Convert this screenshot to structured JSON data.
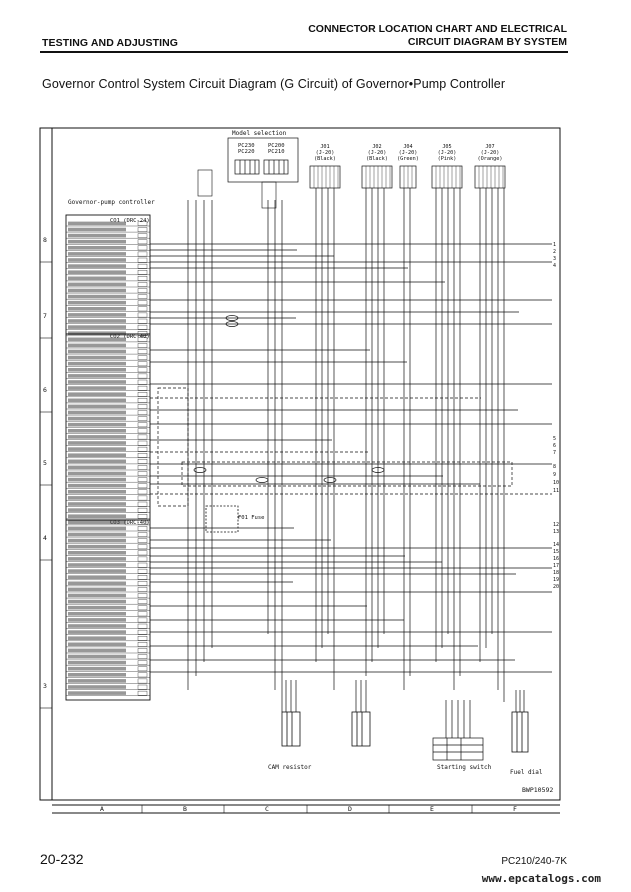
{
  "header": {
    "section_left": "TESTING AND ADJUSTING",
    "section_right_line1": "CONNECTOR LOCATION CHART AND ELECTRICAL",
    "section_right_line2": "CIRCUIT DIAGRAM BY SYSTEM"
  },
  "diagram": {
    "title": "Governor Control System Circuit Diagram (G Circuit) of Governor•Pump Controller",
    "controller_label": "Governor-pump controller",
    "model_selection": "Model selection",
    "model_pc200": "PC200",
    "model_pc210": "PC210",
    "model_pc220": "PC220",
    "model_pc230": "PC230",
    "connectors": [
      {
        "id": "J01",
        "type": "(J-20)",
        "color": "(Black)"
      },
      {
        "id": "J02",
        "type": "(J-20)",
        "color": "(Black)"
      },
      {
        "id": "J04",
        "type": "(J-20)",
        "color": "(Green)"
      },
      {
        "id": "J05",
        "type": "(J-20)",
        "color": "(Pink)"
      },
      {
        "id": "J07",
        "type": "(J-20)",
        "color": "(Orange)"
      }
    ],
    "blocks": [
      {
        "id": "CO1",
        "type": "(DRC-24)"
      },
      {
        "id": "CO2",
        "type": "(DRC-40)"
      },
      {
        "id": "CO3",
        "type": "(DRC-40)"
      }
    ],
    "fuse_label": "F01 Fuse",
    "cam_resistor": "CAM resistor",
    "starting_switch": "Starting switch",
    "fuel_dial": "Fuel dial",
    "drawing_no": "BWP10592",
    "row_labels": [
      "8",
      "7",
      "6",
      "5",
      "4",
      "3"
    ],
    "col_labels": [
      "A",
      "B",
      "C",
      "D",
      "E",
      "F"
    ],
    "output_terminals": [
      "1",
      "2",
      "3",
      "4",
      "5",
      "6",
      "7",
      "8",
      "9",
      "10",
      "11",
      "12",
      "13",
      "14",
      "15",
      "16",
      "17",
      "18",
      "19",
      "20"
    ]
  },
  "footer": {
    "page": "20-232",
    "model": "PC210/240-7K",
    "watermark": "www.epcatalogs.com"
  }
}
